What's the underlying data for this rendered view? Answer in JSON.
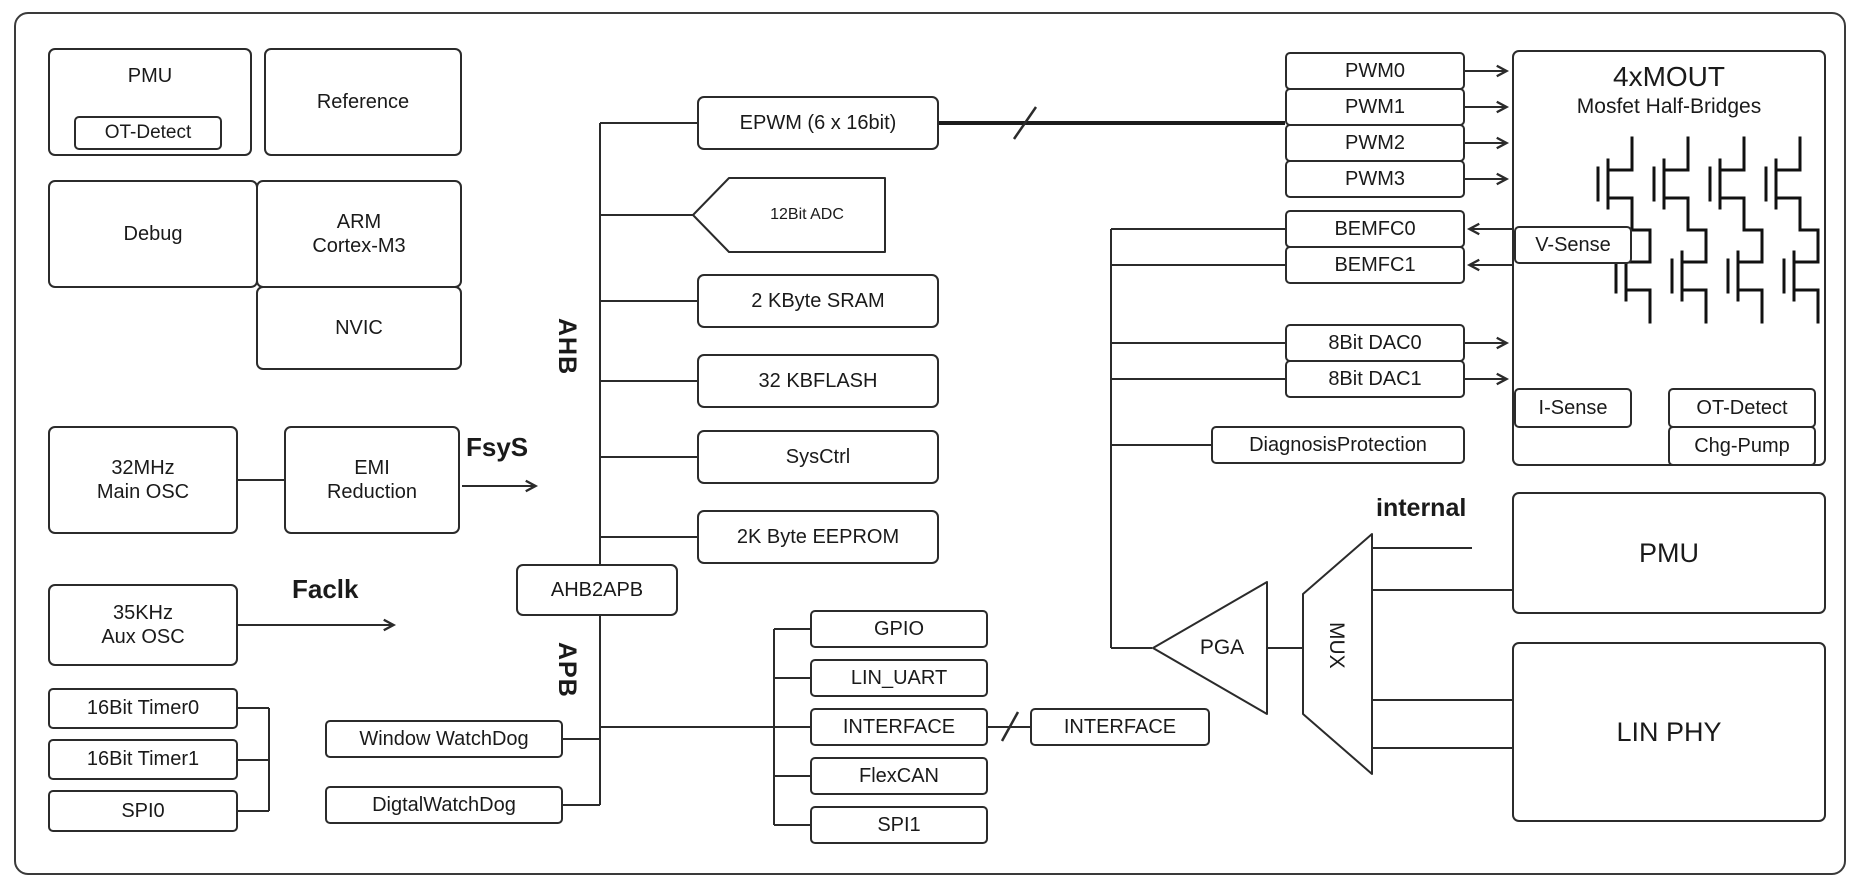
{
  "labels": {
    "pmu_top": "PMU",
    "ot_detect_pmu": "OT-Detect",
    "reference": "Reference",
    "debug": "Debug",
    "arm_cortex": "ARM\nCortex-M3",
    "nvic": "NVIC",
    "main_osc": "32MHz\nMain OSC",
    "emi_reduction": "EMI\nReduction",
    "fsys": "FsyS",
    "aux_osc": "35KHz\nAux OSC",
    "faclk": "Faclk",
    "timer0": "16Bit Timer0",
    "timer1": "16Bit Timer1",
    "spi0": "SPI0",
    "window_watchdog": "Window WatchDog",
    "digital_watchdog": "DigtalWatchDog",
    "epwm": "EPWM (6 x 16bit)",
    "adc": "12Bit ADC",
    "sram": "2 KByte SRAM",
    "flash": "32 KBFLASH",
    "sysctrl": "SysCtrl",
    "eeprom": "2K Byte EEPROM",
    "ahb2apb": "AHB2APB",
    "ahb": "AHB",
    "apb": "APB",
    "gpio": "GPIO",
    "lin_uart": "LIN_UART",
    "interface_apb": "INTERFACE",
    "flexcan": "FlexCAN",
    "spi1": "SPI1",
    "interface_bridge": "INTERFACE",
    "pwm": [
      "PWM0",
      "PWM1",
      "PWM2",
      "PWM3"
    ],
    "bemfc": [
      "BEMFC0",
      "BEMFC1"
    ],
    "dac": [
      "8Bit DAC0",
      "8Bit DAC1"
    ],
    "diagnosis": "DiagnosisProtection",
    "mout_title": "4xMOUT",
    "mout_subtitle": "Mosfet Half-Bridges",
    "v_sense": "V-Sense",
    "i_sense": "I-Sense",
    "ot_detect_mout": "OT-Detect",
    "chg_pump": "Chg-Pump",
    "internal": "internal",
    "pmu_right": "PMU",
    "lin_phy": "LIN PHY",
    "pga": "PGA",
    "mux": "MUX"
  },
  "colors": {
    "line": "#2b2b2b",
    "box_border": "#2b2b2b",
    "text": "#1a1a1a",
    "background": "#ffffff"
  }
}
